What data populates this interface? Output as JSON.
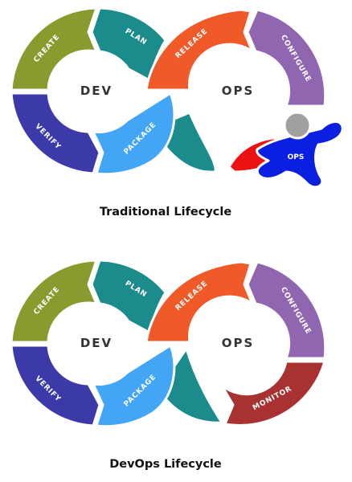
{
  "colors": {
    "create": "#8a9a2e",
    "plan": "#1b8b8b",
    "release": "#f05a28",
    "configure": "#9066b0",
    "package": "#42a5f5",
    "verify": "#3c3aa8",
    "ops_loop_lower": "#1b8b8b",
    "monitor": "#a83232",
    "superhero_body": "#0a1fe0",
    "superhero_cape": "#ee1111",
    "superhero_head": "#a0a0a0"
  },
  "traditional": {
    "title": "Traditional Lifecycle",
    "dev_label": "DEV",
    "ops_label": "OPS",
    "segments": {
      "create": "CREATE",
      "plan": "PLAN",
      "release": "RELEASE",
      "configure": "CONFIGURE",
      "verify": "VERIFY",
      "package": "PACKAGE"
    },
    "superhero_badge": "OPS",
    "superhero_icon": "superhero-icon"
  },
  "devops": {
    "title": "DevOps Lifecycle",
    "dev_label": "DEV",
    "ops_label": "OPS",
    "segments": {
      "create": "CREATE",
      "plan": "PLAN",
      "release": "RELEASE",
      "configure": "CONFIGURE",
      "verify": "VERIFY",
      "package": "PACKAGE",
      "monitor": "MONITOR"
    }
  }
}
